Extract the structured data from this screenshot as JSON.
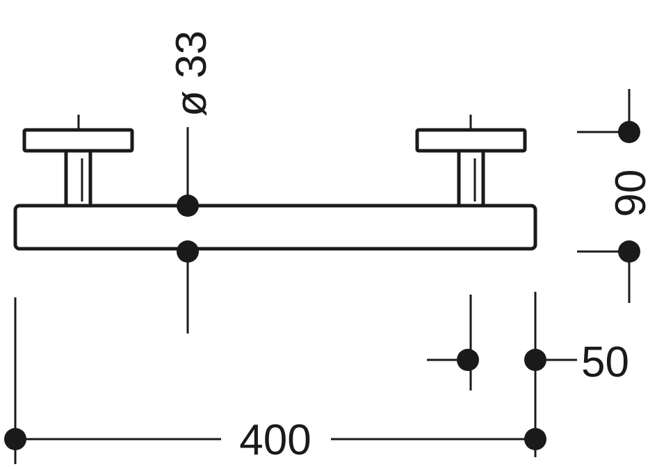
{
  "drawing": {
    "subject": "grab-bar-side-view",
    "line_color": "#1a1a1a",
    "background_color": "#ffffff",
    "dimensions": {
      "diameter": "ø 33",
      "projection": "90",
      "rosette_offset": "50",
      "length": "400"
    }
  }
}
